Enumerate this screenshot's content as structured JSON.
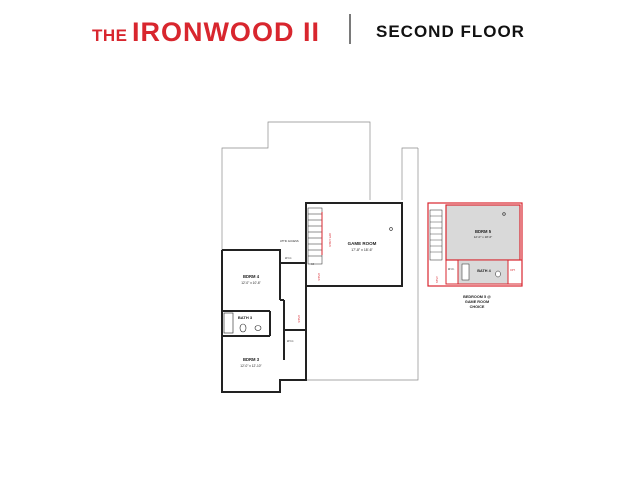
{
  "header": {
    "title_prefix": "THE",
    "title_name": "IRONWOOD II",
    "floor_label": "SECOND FLOOR"
  },
  "rooms": {
    "game_room": {
      "name": "GAME ROOM",
      "dims": "17'-8\" x 18'-6\""
    },
    "bdrm4": {
      "name": "BDRM 4",
      "dims": "12'-0\" x 10'-6\""
    },
    "bath3": {
      "name": "BATH 3"
    },
    "bdrm3": {
      "name": "BDRM 3",
      "dims": "12'-0\" x 12'-10\""
    },
    "bdrm5": {
      "name": "BDRM 5",
      "dims": "12'-0\" x 18'-6\""
    },
    "bath4": {
      "name": "BATH 4"
    }
  },
  "small_labels": {
    "attic_access": "ATTIC ACCESS",
    "wic_top": "W.I.C.",
    "wic_bottom": "W.I.C.",
    "wic_bdrm5": "W.I.C.",
    "linen": "LINEN",
    "opt_linen": "OPT. LINEN",
    "linen_right": "LINEN",
    "opt_right": "OPT.",
    "mark": "44"
  },
  "option_caption": [
    "BEDROOM 5 @",
    "GAME ROOM",
    "CHOICE"
  ],
  "colors": {
    "accent": "#d8262e",
    "wall": "#222222",
    "fill": "#d9d9d9"
  }
}
